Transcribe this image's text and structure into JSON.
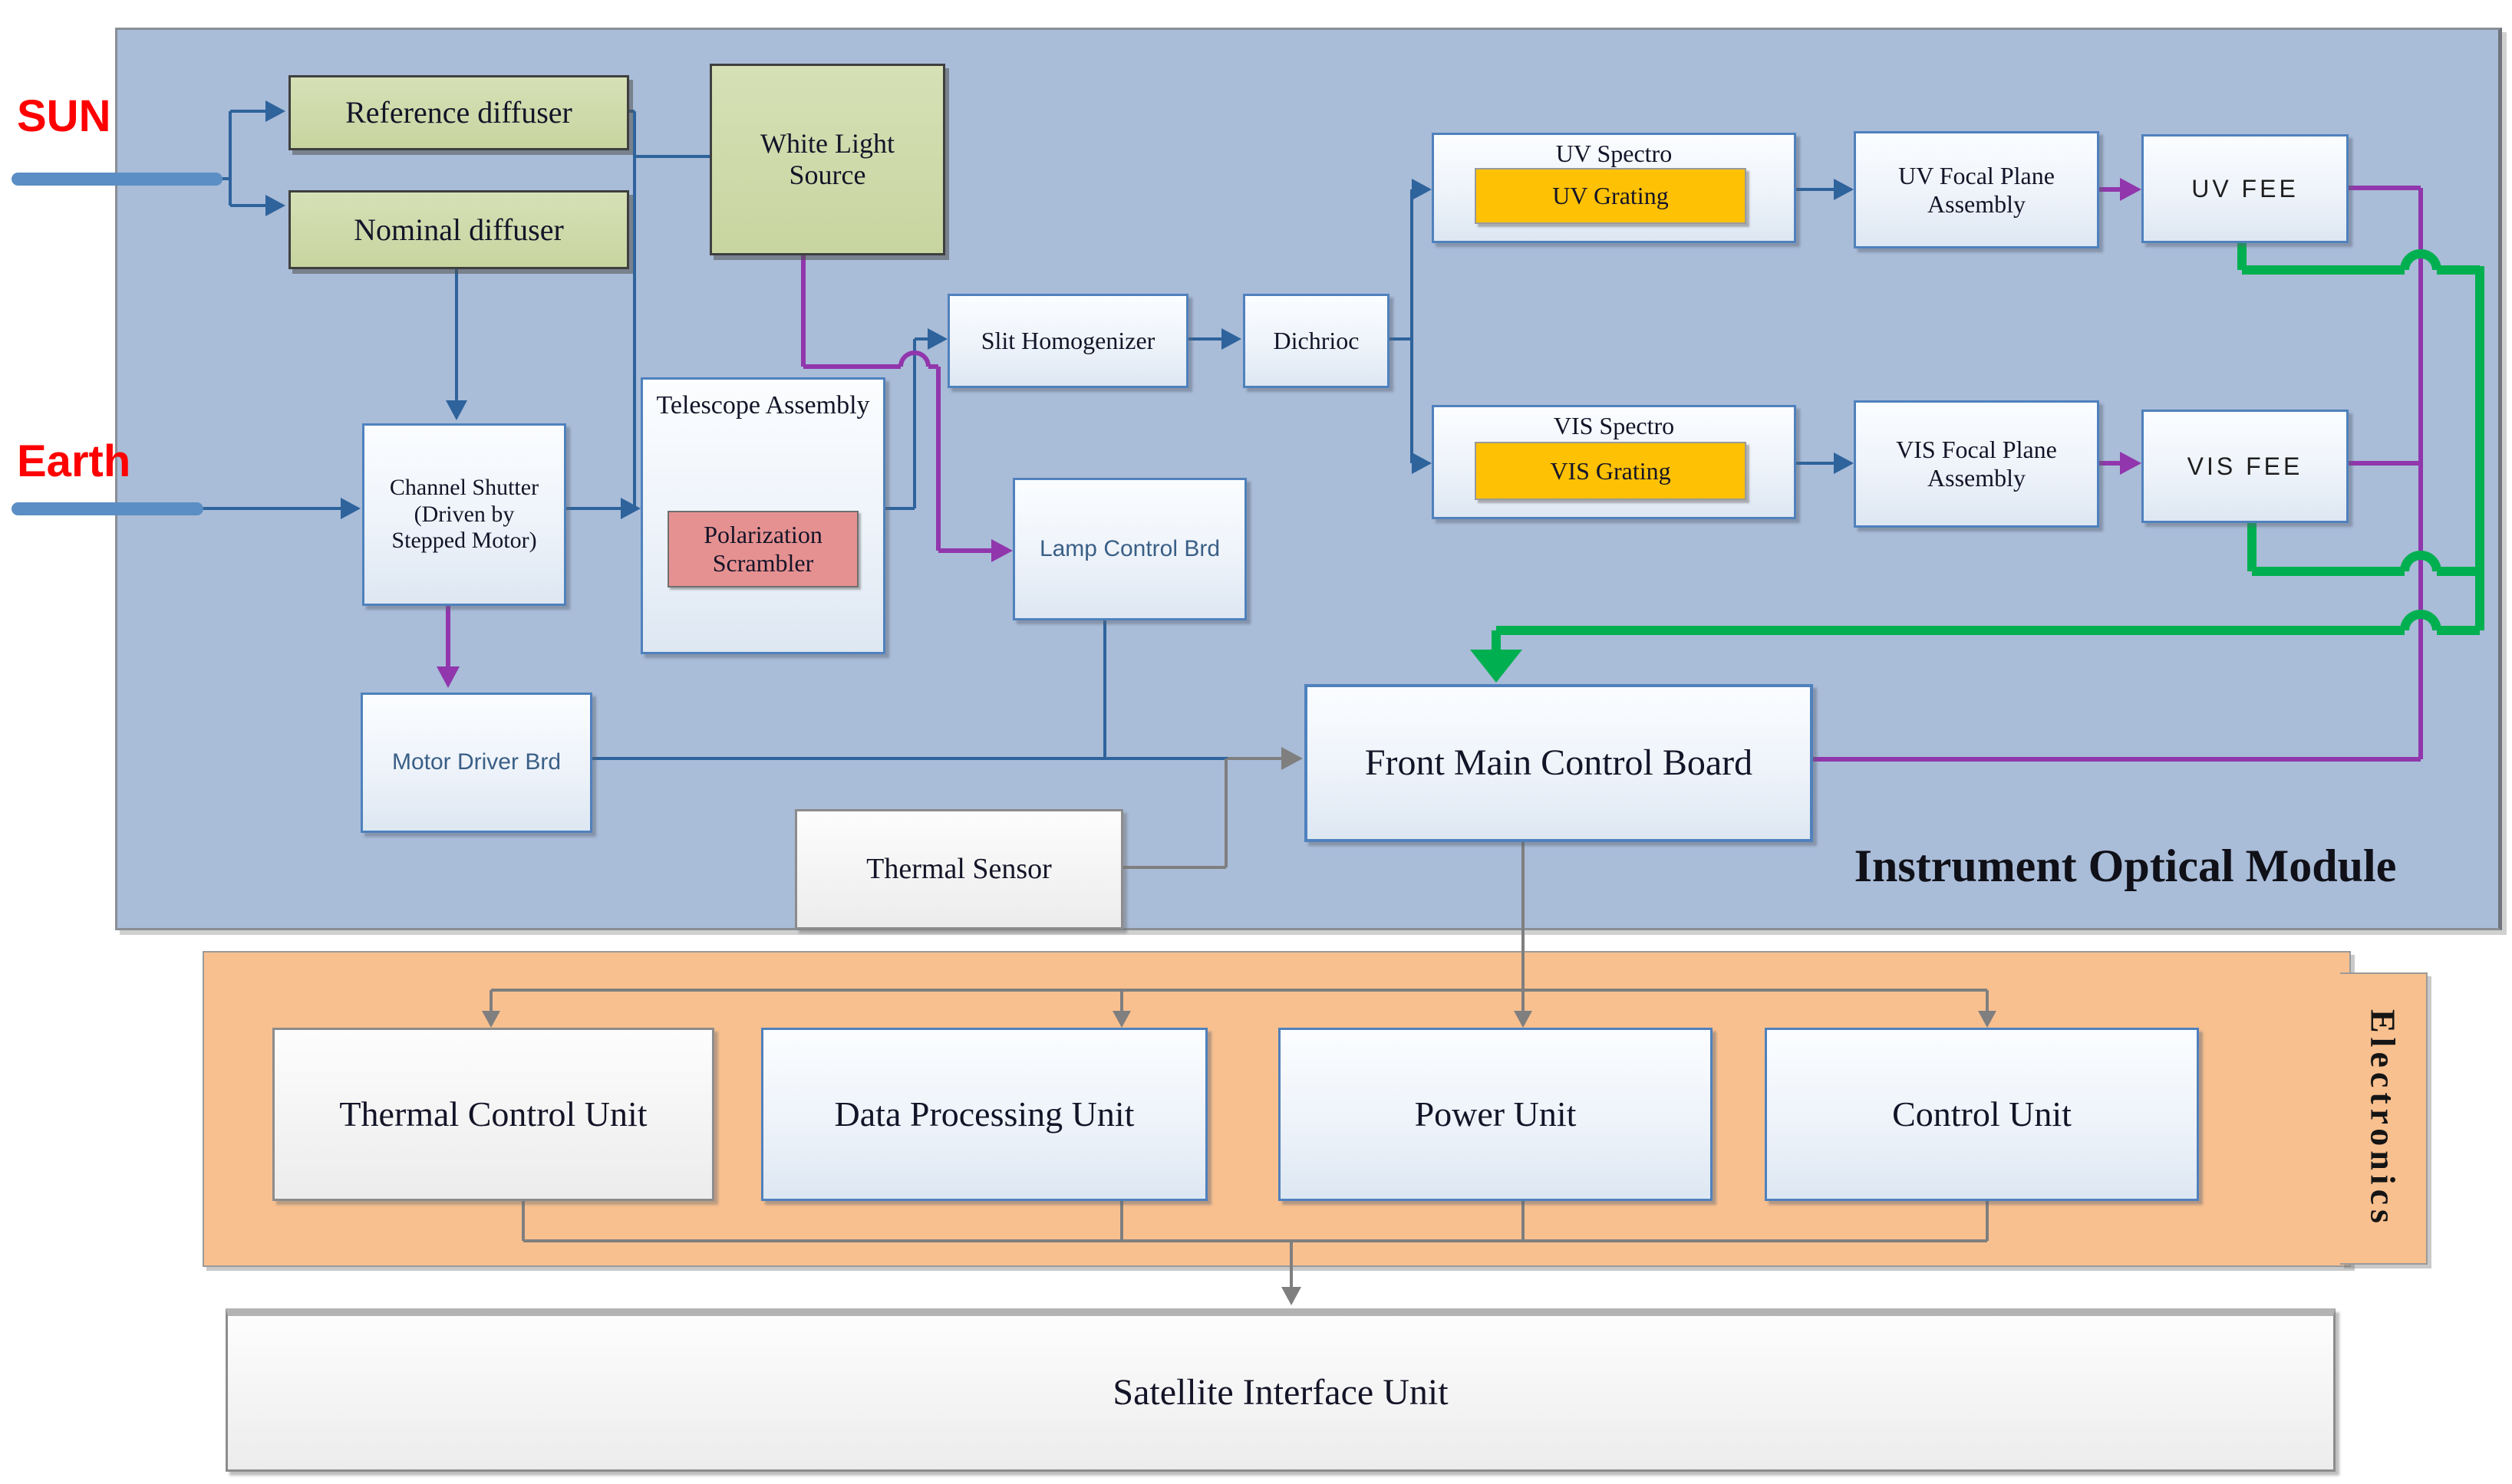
{
  "inputs": {
    "sun": "SUN",
    "earth": "Earth"
  },
  "optical_module": {
    "title": "Instrument Optical Module",
    "reference_diffuser": "Reference diffuser",
    "nominal_diffuser": "Nominal diffuser",
    "white_light_source": "White Light Source",
    "channel_shutter": "Channel Shutter (Driven by Stepped Motor)",
    "telescope_assembly": "Telescope Assembly",
    "polarization_scrambler": "Polarization Scrambler",
    "slit_homogenizer": "Slit Homogenizer",
    "dichrioc": "Dichrioc",
    "uv_spectro": "UV Spectro",
    "uv_grating": "UV Grating",
    "vis_spectro": "VIS Spectro",
    "vis_grating": "VIS Grating",
    "uv_focal_plane": "UV Focal Plane Assembly",
    "vis_focal_plane": "VIS Focal Plane Assembly",
    "uv_fee": "UV FEE",
    "vis_fee": "VIS FEE",
    "lamp_control_board": "Lamp Control Brd",
    "motor_driver_board": "Motor Driver Brd",
    "thermal_sensor": "Thermal Sensor",
    "front_main_control_board": "Front Main Control Board"
  },
  "electronics": {
    "title": "Electronics",
    "units": [
      "Thermal Control Unit",
      "Data Processing Unit",
      "Power Unit",
      "Control Unit"
    ]
  },
  "satellite_interface_unit": "Satellite Interface Unit",
  "colors": {
    "optical_module_bg": "#a9bcd8",
    "electronics_bg": "#f9c08f",
    "source_box_green": "#cdd9a6",
    "grating_orange": "#ffc103",
    "scrambler_pink": "#e69191",
    "signal_blue": "#2e639c",
    "signal_purple": "#9136ac",
    "signal_green": "#00b050",
    "signal_gray": "#7f7f7f",
    "input_label_red": "#fe0000"
  }
}
